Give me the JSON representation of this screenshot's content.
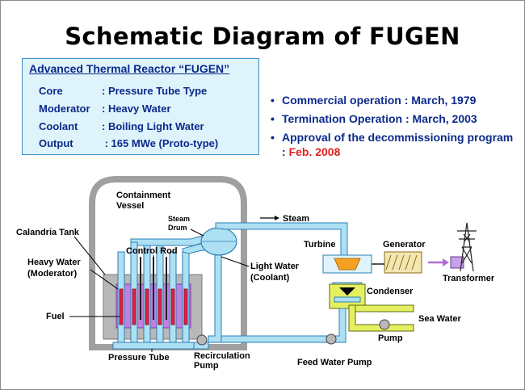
{
  "title": "Schematic Diagram of FUGEN",
  "spec": {
    "heading": "Advanced Thermal Reactor “FUGEN”",
    "rows": [
      {
        "key": "Core",
        "value": ": Pressure Tube Type"
      },
      {
        "key": "Moderator",
        "value": ": Heavy Water"
      },
      {
        "key": "Coolant",
        "value": ": Boiling Light Water"
      },
      {
        "key": "Output",
        "value": " : 165 MWe (Proto-type)"
      }
    ]
  },
  "bullets": [
    {
      "text": "Commercial operation : March, 1979"
    },
    {
      "text": "Termination Operation : March, 2003"
    },
    {
      "text": "Approval of the decommissioning program : ",
      "highlight": "Feb. 2008"
    }
  ],
  "labels": {
    "containment_1": "Containment",
    "containment_2": "Vessel",
    "steam_drum_1": "Steam",
    "steam_drum_2": "Drum",
    "steam": "Steam",
    "calandria": "Calandria Tank",
    "control_rod": "Control Rod",
    "heavy_water_1": "Heavy Water",
    "heavy_water_2": "(Moderator)",
    "light_water_1": "Light Water",
    "light_water_2": "(Coolant)",
    "fuel": "Fuel",
    "pressure_tube": "Pressure Tube",
    "recirc_1": "Recirculation",
    "recirc_2": "Pump",
    "turbine": "Turbine",
    "generator": "Generator",
    "transformer": "Transformer",
    "condenser": "Condenser",
    "sea_water": "Sea Water",
    "pump": "Pump",
    "feed_water_pump": "Feed Water Pump"
  },
  "colors": {
    "water": "#aee0f4",
    "water_stroke": "#2d7fb5",
    "moderator": "#c080e0",
    "fuel": "#e0204a",
    "condenser": "#e4f060",
    "generator": "#f4e6b0",
    "spec_bg": "#dff3fb",
    "text_blue": "#0b2a8a",
    "highlight": "#e02020"
  }
}
